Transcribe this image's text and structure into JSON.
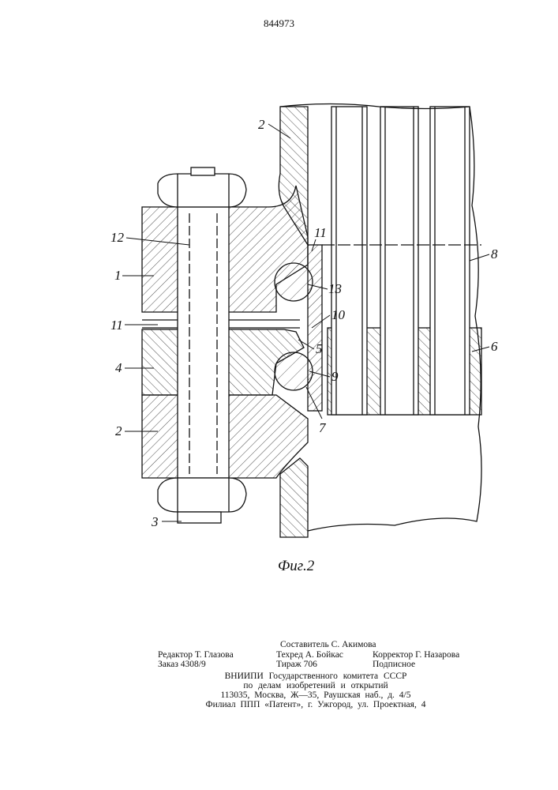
{
  "header": {
    "patent_number": "844973"
  },
  "figure": {
    "caption": "Фиг.2",
    "labels": {
      "pipe_top": "2",
      "bolt": "12",
      "flange_upper": "1",
      "channel_left": "11",
      "ring": "4",
      "flange_lower": "2",
      "nut": "3",
      "plate": "11",
      "seal_upper": "13",
      "hole": "10",
      "lip": "5",
      "seal_lower": "9",
      "groove": "7",
      "tubes": "8",
      "tube_sheet": "6"
    }
  },
  "imprint": {
    "compiler": "Составитель С. Акимова",
    "editor": "Редактор Т. Глазова",
    "techred": "Техред А. Бойкас",
    "corrector": "Корректор Г. Назарова",
    "order": "Заказ 4308/9",
    "circulation": "Тираж 706",
    "subscription": "Подписное",
    "org_line1": "ВНИИПИ Государственного комитета СССР",
    "org_line2": "по делам изобретений и открытий",
    "org_line3": "113035, Москва, Ж—35, Раушская наб., д. 4/5",
    "org_line4": "Филиал ППП «Патент», г. Ужгород, ул. Проектная, 4"
  }
}
